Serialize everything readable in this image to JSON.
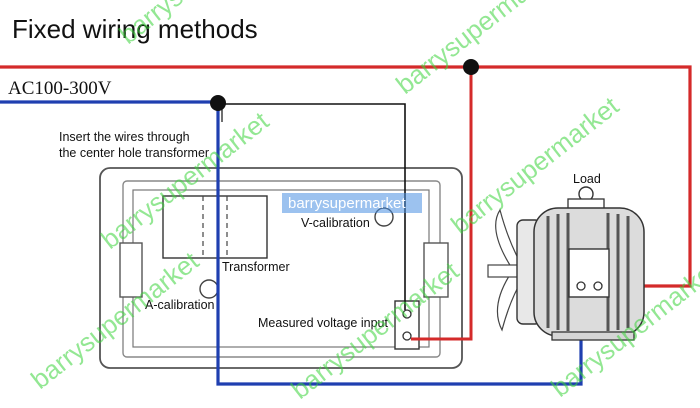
{
  "title": "Fixed wiring methods",
  "supply_label": "AC100-300V",
  "note_line1": "Insert the wires through",
  "note_line2": "the center hole transformer",
  "v_calibration_label": "V-calibration",
  "transformer_label": "Transformer",
  "a_calibration_label": "A-calibration",
  "measured_input_label": "Measured voltage input",
  "load_label": "Load",
  "watermark_text": "barrysupermarket",
  "colors": {
    "live_wire": "#d42a2a",
    "neutral_wire": "#1f3fb0",
    "watermark": "#3bd43b"
  }
}
